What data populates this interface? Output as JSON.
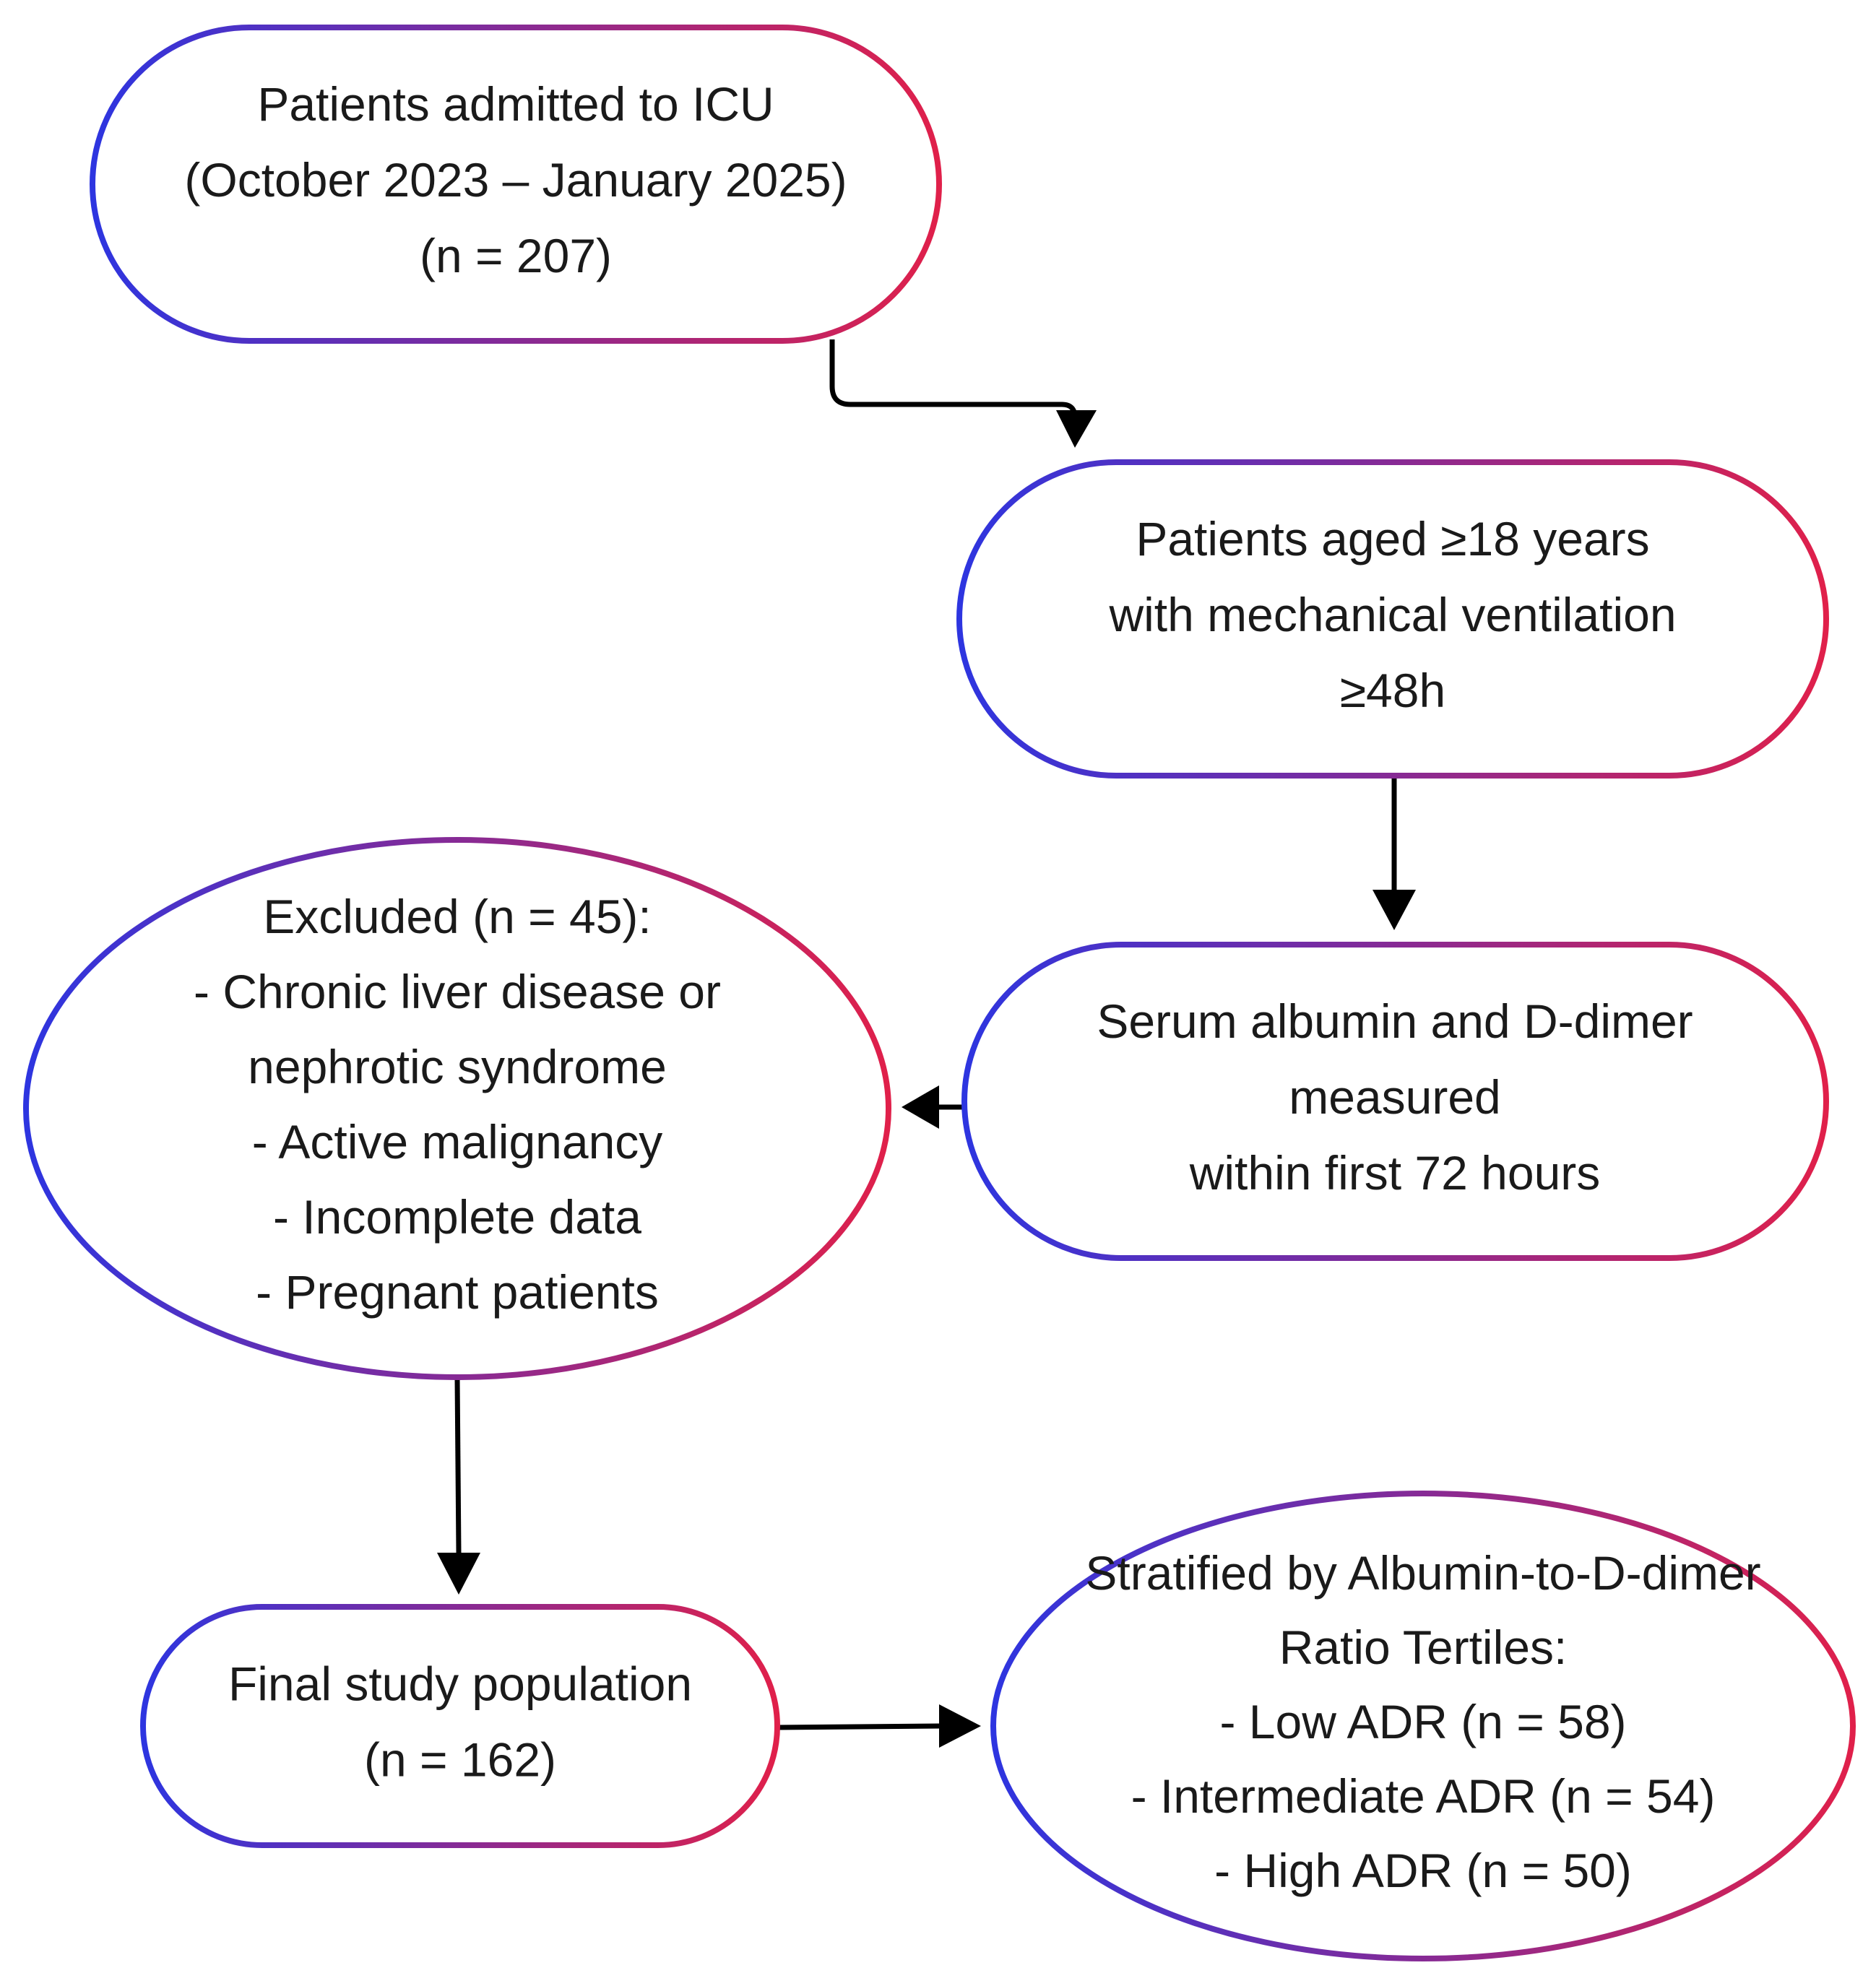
{
  "colors": {
    "gradient_start": "#2d35e0",
    "gradient_end": "#e0204a",
    "arrow": "#000000",
    "text": "#1a1a1a",
    "background": "#ffffff"
  },
  "nodes": [
    {
      "id": "icu-admitted",
      "lines": [
        "Patients admitted to ICU",
        "(October 2023 – January 2025)",
        "(n = 207)"
      ]
    },
    {
      "id": "inclusion",
      "lines": [
        "Patients aged ≥18 years",
        "with mechanical ventilation",
        "≥48h"
      ]
    },
    {
      "id": "measured",
      "lines": [
        "Serum albumin and D-dimer",
        "measured",
        "within first 72 hours"
      ]
    },
    {
      "id": "excluded",
      "lines": [
        "Excluded (n = 45):",
        "- Chronic liver disease or",
        "nephrotic syndrome",
        "- Active malignancy",
        "- Incomplete data",
        "- Pregnant patients"
      ]
    },
    {
      "id": "final-population",
      "lines": [
        "Final study population",
        "(n = 162)"
      ]
    },
    {
      "id": "stratified",
      "lines": [
        "Stratified by Albumin-to-D-dimer",
        "Ratio Tertiles:",
        "- Low ADR (n = 58)",
        "- Intermediate ADR (n = 54)",
        "- High ADR (n = 50)"
      ]
    }
  ],
  "edges": [
    {
      "from": "icu-admitted",
      "to": "inclusion"
    },
    {
      "from": "inclusion",
      "to": "measured"
    },
    {
      "from": "measured",
      "to": "excluded"
    },
    {
      "from": "excluded",
      "to": "final-population"
    },
    {
      "from": "final-population",
      "to": "stratified"
    }
  ]
}
